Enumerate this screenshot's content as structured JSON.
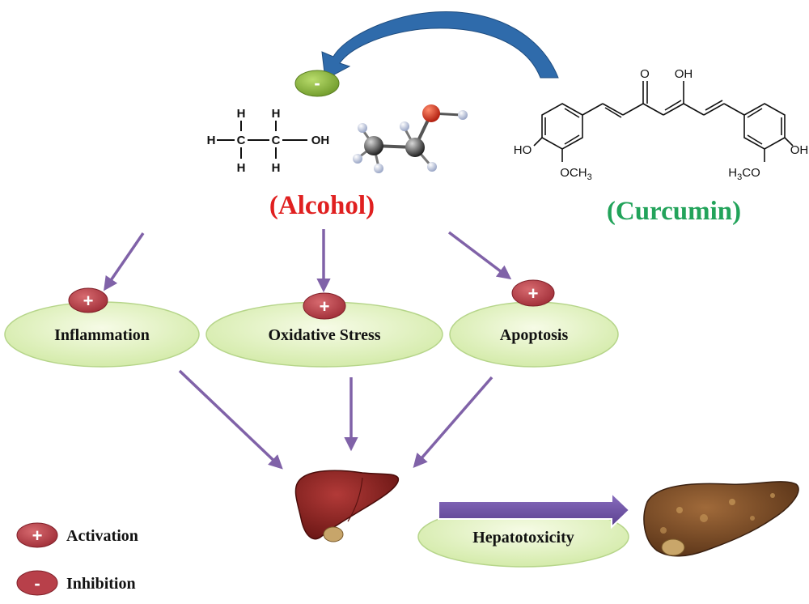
{
  "colors": {
    "alcohol_title": "#e02020",
    "curcumin_title": "#22a35a",
    "arrow_purple": "#8062a8",
    "ellipse_fill": "#e4f3c2",
    "activation_badge": "#b8404a",
    "inhibition_badge": "#8dba3c",
    "curved_arrow": "#2f6bab",
    "block_arrow": "#6b4ea0"
  },
  "inhibition_sign": "-",
  "activation_sign": "+",
  "alcohol": {
    "title": "(Alcohol)",
    "formula_atoms": {
      "h": "H",
      "c": "C",
      "oh": "OH"
    }
  },
  "curcumin": {
    "title": "(Curcumin)",
    "labels": {
      "o": "O",
      "oh_top": "OH",
      "ho_left": "HO",
      "och3": "OCH3",
      "h3co": "H3CO",
      "oh_right": "OH"
    }
  },
  "nodes": [
    {
      "id": "inflammation",
      "label": "Inflammation"
    },
    {
      "id": "oxidative",
      "label": "Oxidative Stress"
    },
    {
      "id": "apoptosis",
      "label": "Apoptosis"
    },
    {
      "id": "hepatotoxicity",
      "label": "Hepatotoxicity"
    }
  ],
  "legend": [
    {
      "sign": "+",
      "label": "Activation"
    },
    {
      "sign": "-",
      "label": "Inhibition"
    }
  ]
}
